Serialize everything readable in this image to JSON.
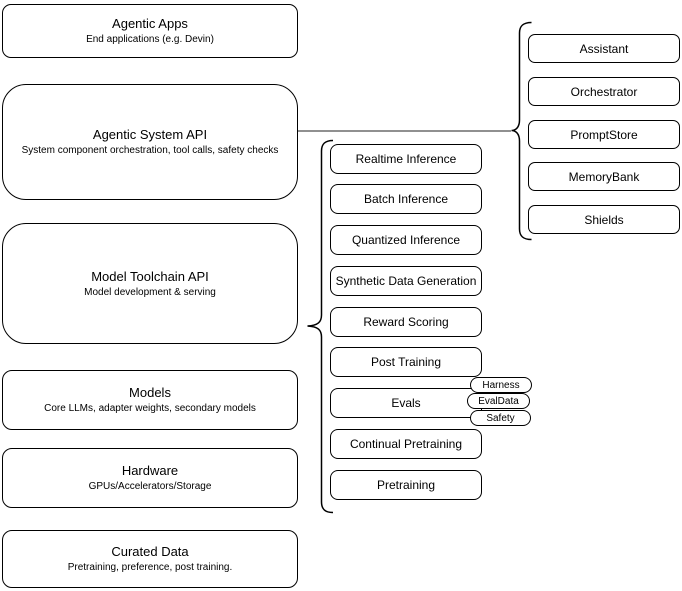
{
  "diagram": {
    "left_column": [
      {
        "title": "Agentic Apps",
        "subtitle": "End applications (e.g. Devin)"
      },
      {
        "title": "Agentic System API",
        "subtitle": "System component orchestration, tool calls, safety checks"
      },
      {
        "title": "Model Toolchain API",
        "subtitle": "Model development & serving"
      },
      {
        "title": "Models",
        "subtitle": "Core LLMs, adapter weights, secondary models"
      },
      {
        "title": "Hardware",
        "subtitle": "GPUs/Accelerators/Storage"
      },
      {
        "title": "Curated Data",
        "subtitle": "Pretraining, preference, post training."
      }
    ],
    "toolchain_components": [
      "Realtime Inference",
      "Batch Inference",
      "Quantized Inference",
      "Synthetic Data Generation",
      "Reward Scoring",
      "Post Training",
      "Evals",
      "Continual Pretraining",
      "Pretraining"
    ],
    "eval_tags": [
      "Harness",
      "EvalData",
      "Safety"
    ],
    "system_components": [
      "Assistant",
      "Orchestrator",
      "PromptStore",
      "MemoryBank",
      "Shields"
    ],
    "colors": {
      "stroke": "#000000",
      "background": "#ffffff",
      "connector": "#6b6b6b"
    }
  }
}
